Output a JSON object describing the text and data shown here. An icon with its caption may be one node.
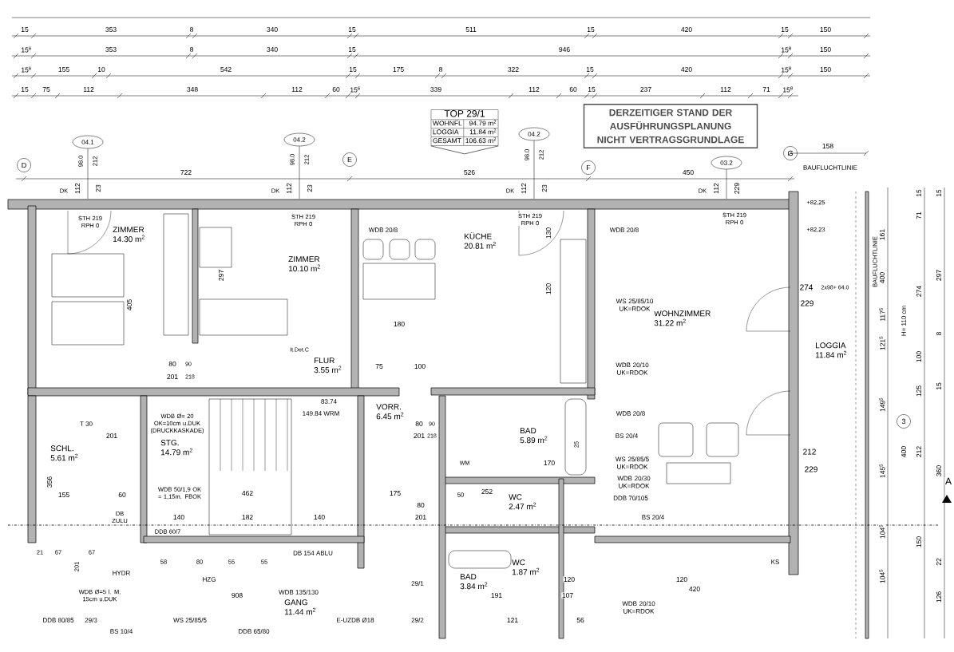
{
  "diagram": {
    "nodes": [
      {
        "text": [
          "TOP 29/1",
          "WOHNFL",
          "94.79 m$^{2}$",
          "LOGGIA",
          "11.84 m$^{2}$",
          "GESAMT",
          "106.63 m$^{2}$"
        ]
      },
      {
        "text": [
          "DERZEITIGER STAND DER AUSFÜHRUNGSPLANUNG NICHT VERTRAGSGRUNDLAGE"
        ]
      },
      {
        "text": [
          "04.1"
        ]
      },
      {
        "text": [
          "04.2"
        ]
      },
      {
        "text": [
          "04.2"
        ]
      },
      {
        "text": [
          "03.2"
        ]
      },
      {
        "text": [
          "D"
        ]
      },
      {
        "text": [
          "E"
        ]
      },
      {
        "text": [
          "F"
        ]
      },
      {
        "text": [
          "G"
        ]
      },
      {
        "text": [
          "3"
        ]
      },
      {
        "text": [
          "ZIMMER",
          "14.30 m$^{2}$"
        ]
      },
      {
        "text": [
          "ZIMMER",
          "10.10 m$^{2}$"
        ]
      },
      {
        "text": [
          "FLUR",
          "3.55 m$^{2}$"
        ]
      },
      {
        "text": [
          "KÜCHE",
          "20.81 m$^{2}$"
        ]
      },
      {
        "text": [
          "WOHNZIMMER",
          "31.22 m$^{2}$"
        ]
      },
      {
        "text": [
          "LOGGIA",
          "11.84 m$^{2}$"
        ]
      },
      {
        "text": [
          "SCHL.",
          "5.61 m$^{2}$"
        ]
      },
      {
        "text": [
          "STG.",
          "14.79 m$^{2}$"
        ]
      },
      {
        "text": [
          "VORR.",
          "6.45 m$^{2}$"
        ]
      },
      {
        "text": [
          "BAD",
          "5.89 m$^{2}$"
        ]
      },
      {
        "text": [
          "WC",
          "2.47 m$^{2}$"
        ]
      },
      {
        "text": [
          "BAD",
          "3.84 m$^{2}$"
        ]
      },
      {
        "text": [
          "WC",
          "1.87 m$^{2}$"
        ]
      },
      {
        "text": [
          "GANG",
          "11.44 m$^{2}$"
        ]
      }
    ],
    "edges": [
      {
        "from": 2,
        "to": null,
        "arrow": "none"
      },
      {
        "from": 3,
        "to": null,
        "arrow": "none"
      },
      {
        "from": 4,
        "to": null,
        "arrow": "none"
      },
      {
        "from": 5,
        "to": null,
        "arrow": "none"
      }
    ],
    "labels": [
      "15",
      "353",
      "8",
      "340",
      "15",
      "511",
      "15",
      "420",
      "15",
      "150",
      "15$^{6}$",
      "353",
      "8",
      "340",
      "15",
      "946",
      "15$^{8}$",
      "150",
      "15$^{6}$",
      "155",
      "10",
      "542",
      "15",
      "175",
      "8",
      "322",
      "15",
      "420",
      "15$^{8}$",
      "150",
      "15",
      "75",
      "112",
      "348",
      "112",
      "60",
      "15$^{6}$",
      "339",
      "112",
      "60",
      "15",
      "237",
      "112",
      "71",
      "15$^{8}$",
      "158",
      "98.0",
      "212",
      "98.0",
      "212",
      "98.0",
      "212",
      "BAUFLUCHTLINIE",
      "722",
      "526",
      "450",
      "DK",
      "112",
      "23",
      "DK",
      "112",
      "23",
      "DK",
      "112",
      "23",
      "DK",
      "112",
      "229",
      "15",
      "15",
      "+82,25",
      "STH 219 RPH 0",
      "STH 219 RPH 0",
      "STH 219 RPH 0",
      "STH 219 RPH 0",
      "71",
      "WDB 20/8",
      "130",
      "WDB 20/8",
      "+82,23",
      "161",
      "BAUFLUCHTLINIE",
      "297",
      "400",
      "297",
      "120",
      "274",
      "2x98+ 64.0",
      "274",
      "405",
      "WS 25/85/10 UK=RDOK",
      "229",
      "117$^{5}$",
      "H= 110 cm",
      "180",
      "8",
      "121$^{5}$",
      "It.Det.C",
      "100",
      "80",
      "90",
      "75",
      "100",
      "WDB 20/10 UK=RDOK",
      "201",
      "218",
      "125",
      "15",
      "83.74",
      "149$^{5}$",
      "149.84 WRM",
      "WDB 20/8",
      "T 30",
      "WDB Ø= 20 OK=10cm u.DUK (DRUCKKASKADE)",
      "80",
      "90",
      "201",
      "201",
      "218",
      "BS 20/4",
      "25",
      "212",
      "400",
      "212",
      "WM",
      "170",
      "WS 25/85/5 UK=RDOK",
      "229",
      "145$^{5}$",
      "360",
      "356",
      "WDB 20/30 UK=RDOK",
      "A",
      "155",
      "60",
      "WDB 50/1,9 OK = 1,15m. FBOK",
      "462",
      "175",
      "50",
      "252",
      "DDB 70/105",
      "80",
      "DB ZULU",
      "140",
      "182",
      "140",
      "201",
      "BS 20/4",
      "DDB 60/7",
      "104$^{5}$",
      "150",
      "21",
      "67",
      "67",
      "DB 154 ABLU",
      "201",
      "58",
      "80",
      "55",
      "55",
      "KS",
      "22",
      "HYDR",
      "104$^{5}$",
      "HZG",
      "120",
      "120",
      "29/1",
      "420",
      "WDB Ø=5 l. M. 15cm u.DUK",
      "908",
      "WDB 135/130",
      "191",
      "107",
      "126",
      "WDB 20/10 UK=RDOK",
      "DDB 80/85",
      "29/3",
      "WS 25/85/5",
      "E-UZDB Ø18",
      "29/2",
      "121",
      "56",
      "BS 10/4",
      "DDB 65/80"
    ]
  }
}
